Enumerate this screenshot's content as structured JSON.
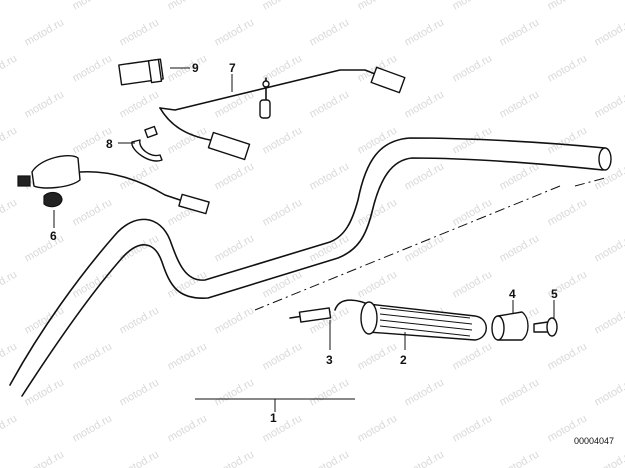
{
  "diagram": {
    "watermark_text": "motod.ru",
    "document_number": "00004047",
    "parts": [
      {
        "id": "1",
        "label": "1"
      },
      {
        "id": "2",
        "label": "2"
      },
      {
        "id": "3",
        "label": "3"
      },
      {
        "id": "4",
        "label": "4"
      },
      {
        "id": "5",
        "label": "5"
      },
      {
        "id": "6",
        "label": "6"
      },
      {
        "id": "7",
        "label": "7"
      },
      {
        "id": "8",
        "label": "8"
      },
      {
        "id": "9",
        "label": "9"
      }
    ]
  }
}
